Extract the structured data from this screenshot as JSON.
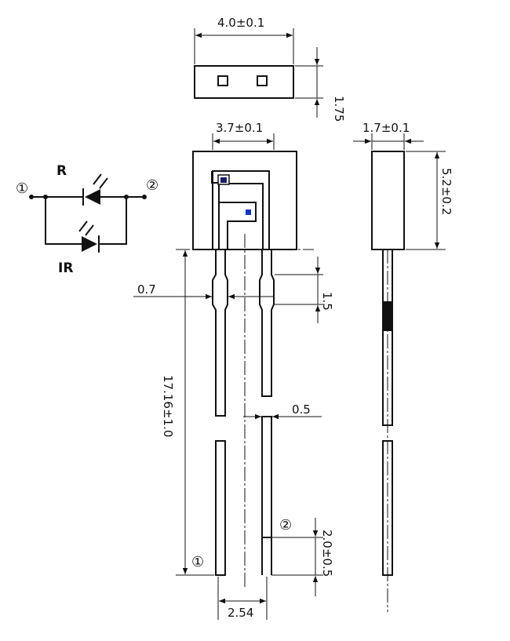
{
  "top_view": {
    "width_label": "4.0±0.1",
    "height_label": "1.75"
  },
  "front_view": {
    "inner_width_label": "3.7±0.1",
    "lead_width_label": "0.7",
    "lead_thickness_label": "0.5",
    "offset_label": "1.5",
    "lead_length_label": "17.16±1.0",
    "pitch_label": "2.54",
    "pin_length_label": "2.0±0.5",
    "pin1_label": "①",
    "pin2_label": "②"
  },
  "side_view": {
    "width_label": "1.7±0.1",
    "height_label": "5.2±0.2"
  },
  "schematic": {
    "terminal1": "①",
    "terminal2": "②",
    "red_led_label": "R",
    "ir_led_label": "IR"
  },
  "colors": {
    "line": "#111111",
    "chip_red": "#1a1a6e",
    "chip_ir": "#1133cc"
  }
}
